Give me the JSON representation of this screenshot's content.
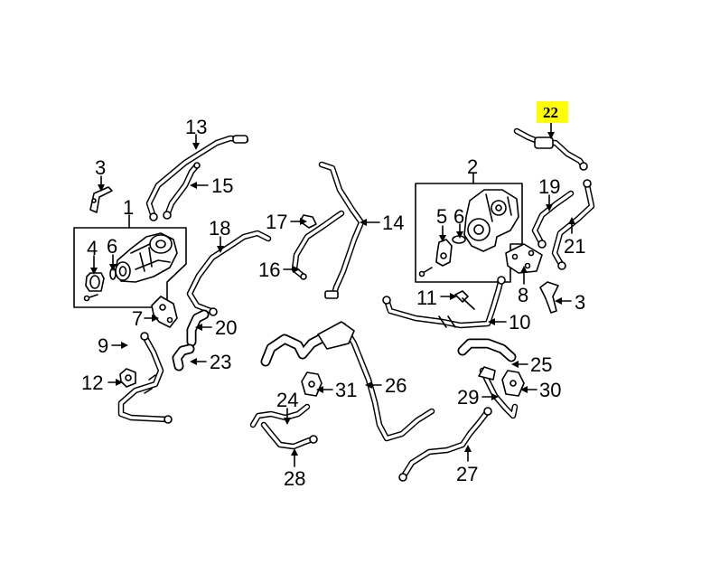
{
  "colors": {
    "background": "#ffffff",
    "ink": "#000000",
    "highlight": "#ffff00"
  },
  "highlighted_callout": "22",
  "callouts": {
    "c1": "1",
    "c2": "2",
    "c3a": "3",
    "c3b": "3",
    "c4": "4",
    "c5": "5",
    "c6a": "6",
    "c6b": "6",
    "c7": "7",
    "c8": "8",
    "c9": "9",
    "c10": "10",
    "c11": "11",
    "c12": "12",
    "c13": "13",
    "c14": "14",
    "c15": "15",
    "c16": "16",
    "c17": "17",
    "c18": "18",
    "c19": "19",
    "c20": "20",
    "c21": "21",
    "c22": "22",
    "c23": "23",
    "c24": "24",
    "c25": "25",
    "c26": "26",
    "c27": "27",
    "c28": "28",
    "c29": "29",
    "c30": "30",
    "c31": "31"
  }
}
